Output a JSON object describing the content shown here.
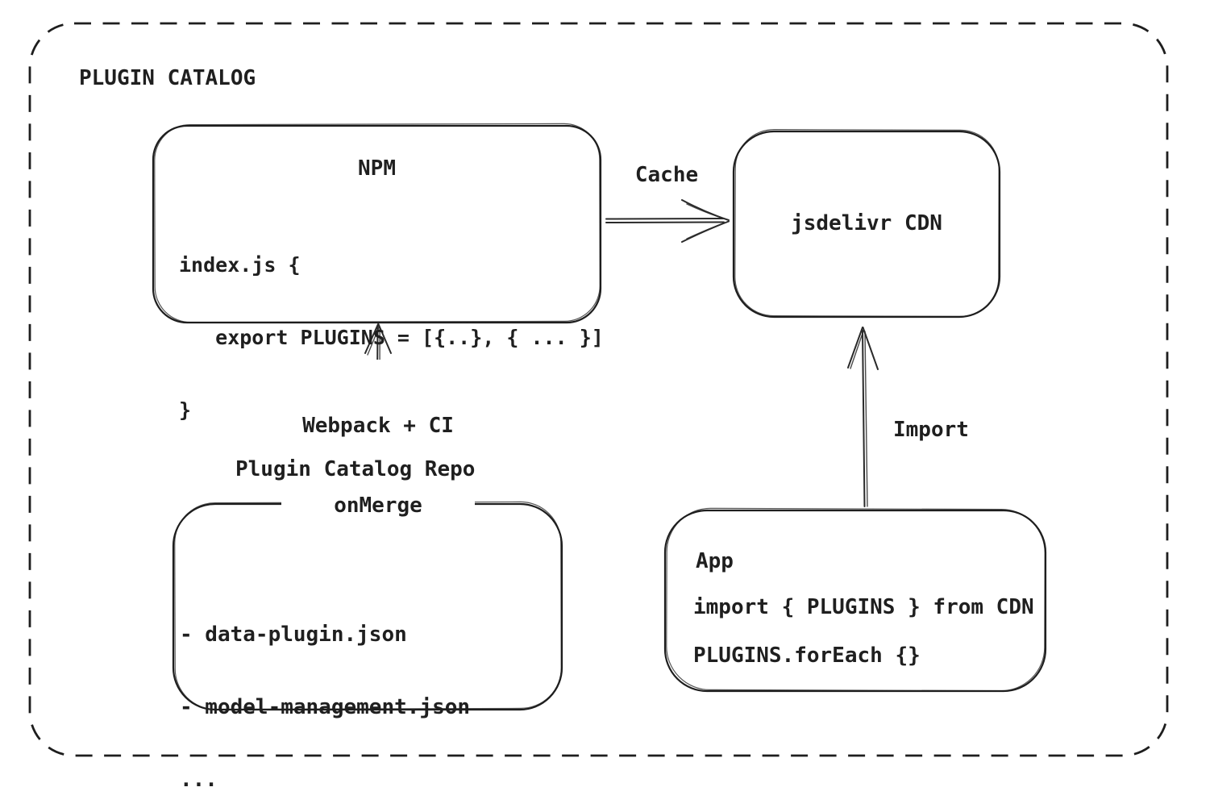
{
  "diagram": {
    "title": "PLUGIN CATALOG",
    "colors": {
      "stroke": "#1e1e1e",
      "background": "#ffffff",
      "text": "#1f1f1f"
    },
    "nodes": {
      "npm": {
        "title": "NPM",
        "code_line1": "index.js {",
        "code_line2": "   export PLUGINS = [{..}, { ... }]",
        "code_line3": "}"
      },
      "cdn": {
        "label": "jsdelivr CDN"
      },
      "repo": {
        "label": "Plugin Catalog Repo",
        "file_line1": "- data-plugin.json",
        "file_line2": "- model-management.json",
        "file_line3": "..."
      },
      "app": {
        "title": "App",
        "code_line1": "import { PLUGINS } from CDN",
        "code_line2": "PLUGINS.forEach {}"
      }
    },
    "edges": {
      "cache": {
        "label": "Cache"
      },
      "build": {
        "label_line1": "Webpack + CI",
        "label_line2": "onMerge"
      },
      "import": {
        "label": "Import"
      }
    }
  }
}
